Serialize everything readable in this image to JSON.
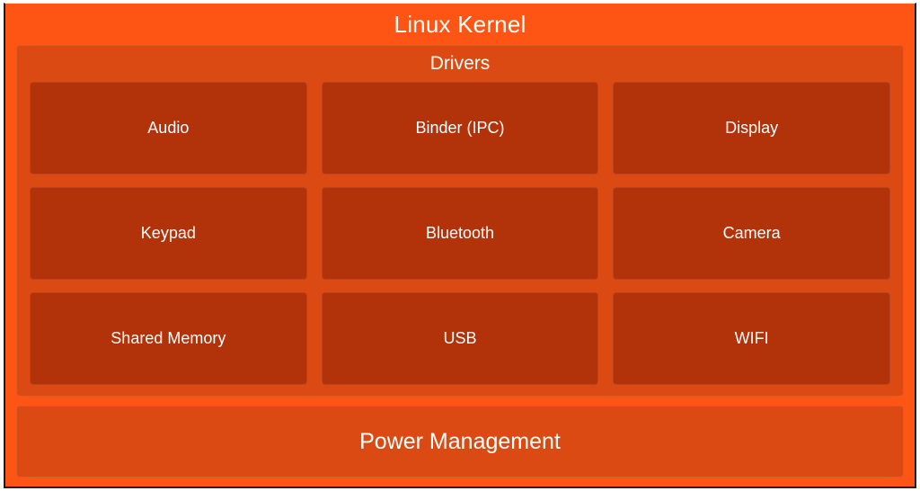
{
  "diagram": {
    "title": "Linux Kernel",
    "colors": {
      "kernel_background": "#ff5514",
      "section_background": "#da4a12",
      "driver_background": "#b23209",
      "text": "#ffffff",
      "frame_border": "#1a1a1a"
    },
    "drivers_section": {
      "title": "Drivers",
      "items": [
        {
          "label": "Audio"
        },
        {
          "label": "Binder (IPC)"
        },
        {
          "label": "Display"
        },
        {
          "label": "Keypad"
        },
        {
          "label": "Bluetooth"
        },
        {
          "label": "Camera"
        },
        {
          "label": "Shared Memory"
        },
        {
          "label": "USB"
        },
        {
          "label": "WIFI"
        }
      ]
    },
    "power_section": {
      "title": "Power Management"
    }
  }
}
